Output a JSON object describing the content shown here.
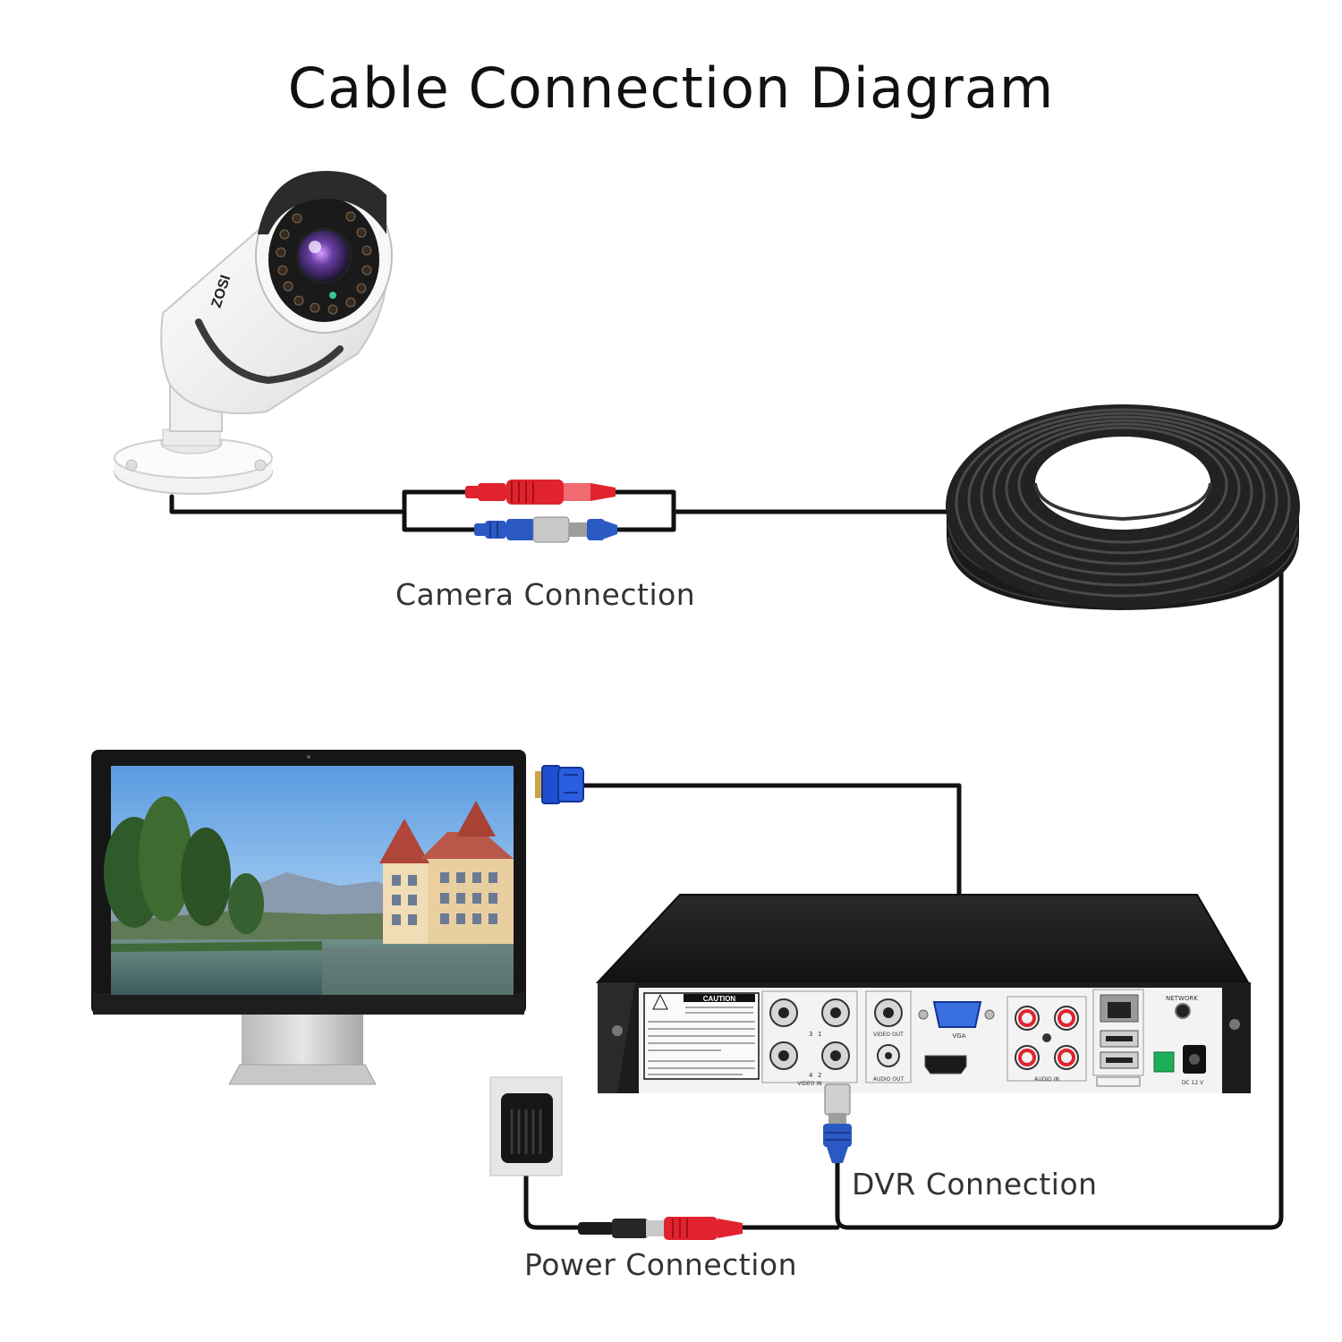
{
  "title": "Cable Connection Diagram",
  "labels": {
    "camera_connection": "Camera Connection",
    "dvr_connection": "DVR Connection",
    "power_connection": "Power Connection"
  },
  "camera": {
    "brand": "ZOSI"
  },
  "dvr": {
    "caution_title": "CAUTION",
    "video_out": "VIDEO OUT",
    "audio_out": "AUDIO OUT",
    "video_in": "VIDEO IN",
    "audio_in": "AUDIO IN",
    "vga": "VGA",
    "network": "NETWORK",
    "power": "DC 12 V",
    "ch": [
      "3",
      "1",
      "4",
      "2"
    ]
  },
  "colors": {
    "wire": "#111111",
    "bnc_blue": "#2b59c3",
    "power_red": "#e0232e",
    "vga_blue": "#1f4fd0",
    "dvr_body": "#1c1c1c"
  }
}
